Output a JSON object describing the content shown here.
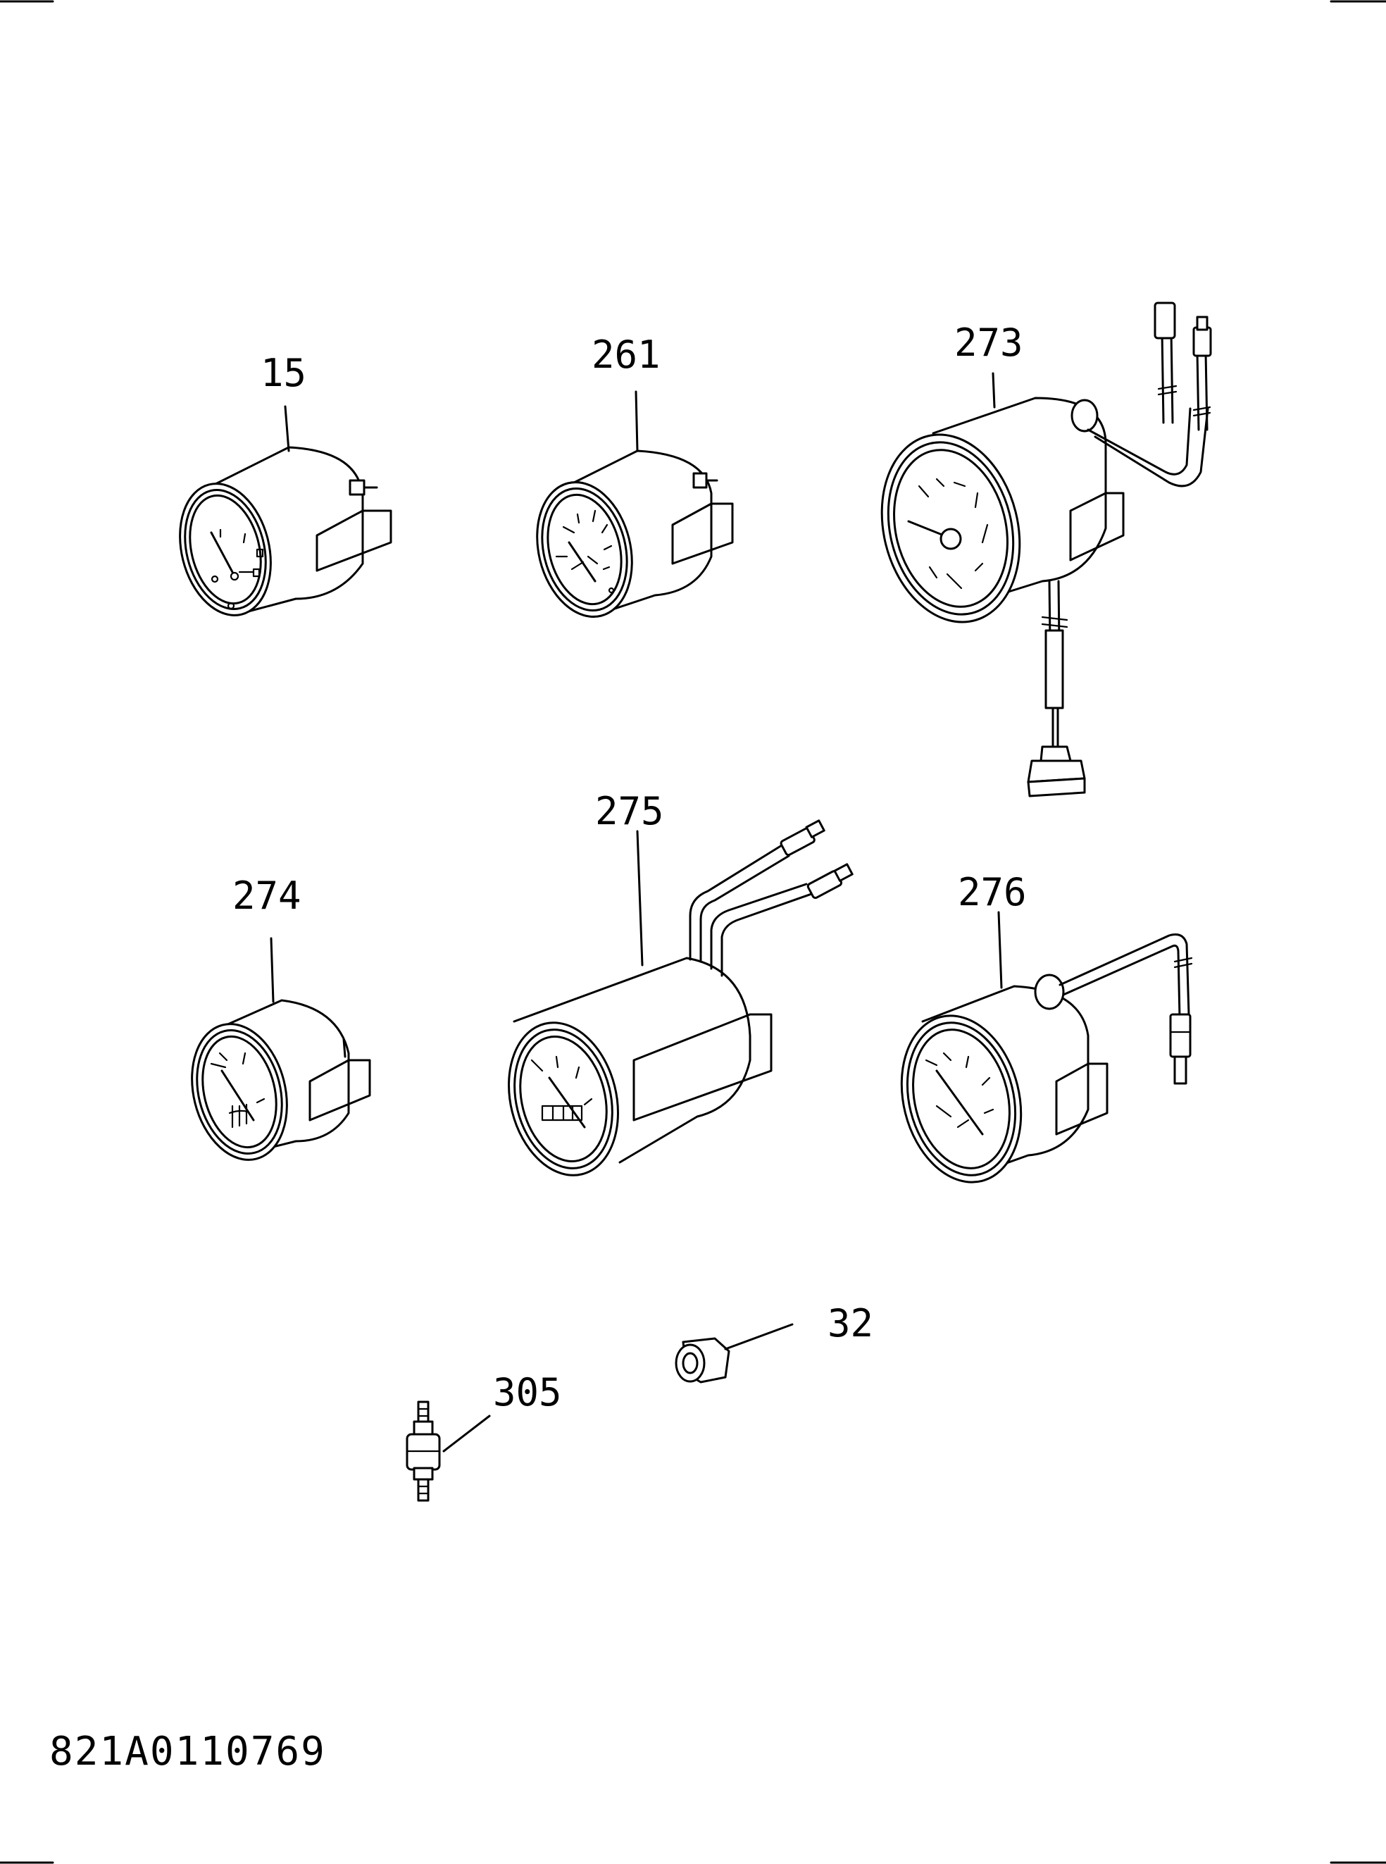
{
  "drawing": {
    "document_number": "821A0110769",
    "callouts": [
      {
        "id": "callout-15",
        "label": "15"
      },
      {
        "id": "callout-261",
        "label": "261"
      },
      {
        "id": "callout-273",
        "label": "273"
      },
      {
        "id": "callout-274",
        "label": "274"
      },
      {
        "id": "callout-275",
        "label": "275"
      },
      {
        "id": "callout-276",
        "label": "276"
      },
      {
        "id": "callout-32",
        "label": "32"
      },
      {
        "id": "callout-305",
        "label": "305"
      }
    ]
  },
  "colors": {
    "line": "#000000",
    "background": "#ffffff"
  }
}
